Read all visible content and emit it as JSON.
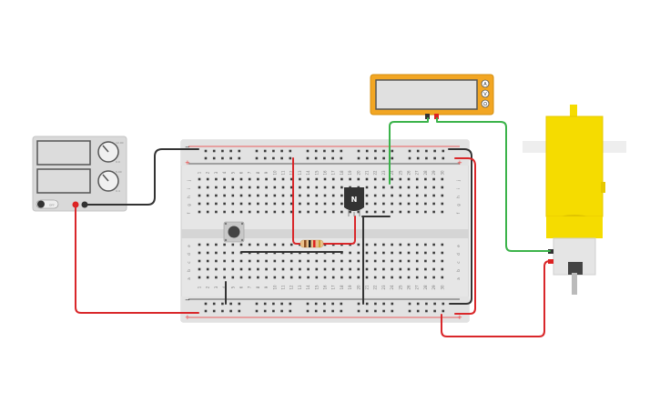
{
  "canvas": {
    "background": "#ffffff"
  },
  "power_supply": {
    "knob_top_label_right": "12.00",
    "knob_top_label_small": "0.0",
    "knob_bottom_label": "5.00",
    "knob_bottom_label_small": "0.4",
    "switch_label": "OFF",
    "colors": {
      "body": "#d9d9d9",
      "screen": "#dcdcdc",
      "positive": "#d22",
      "negative": "#333"
    }
  },
  "multimeter": {
    "mode_labels": [
      "A",
      "V",
      "Ω"
    ],
    "colors": {
      "body": "#f2a623",
      "screen": "#e0e0e0"
    }
  },
  "breadboard": {
    "row_labels_top": [
      "j",
      "i",
      "h",
      "g",
      "f"
    ],
    "row_labels_bottom": [
      "e",
      "d",
      "c",
      "b",
      "a"
    ],
    "column_numbers": [
      "1",
      "2",
      "3",
      "4",
      "5",
      "6",
      "7",
      "8",
      "9",
      "10",
      "11",
      "12",
      "13",
      "14",
      "15",
      "16",
      "17",
      "18",
      "19",
      "20",
      "21",
      "22",
      "23",
      "24",
      "25",
      "26",
      "27",
      "28",
      "29",
      "30"
    ],
    "rail_plus": "+",
    "rail_minus": "−",
    "colors": {
      "body": "#e6e6e6",
      "hole": "#3a3a3a",
      "rail_red": "#e33",
      "rail_black": "#333"
    }
  },
  "transistor": {
    "label": "N",
    "color": "#333"
  },
  "resistor": {
    "color": "#e9c08a"
  },
  "pushbutton": {
    "color": "#555"
  },
  "motor": {
    "colors": {
      "gearbox": "#f5dc00",
      "gearbox_shade": "#e0c400",
      "shaft": "#eee",
      "can": "#e5e5e5",
      "band": "#444"
    }
  },
  "wires": {
    "red": "#d9272a",
    "black": "#333333",
    "green": "#3bb34a"
  }
}
